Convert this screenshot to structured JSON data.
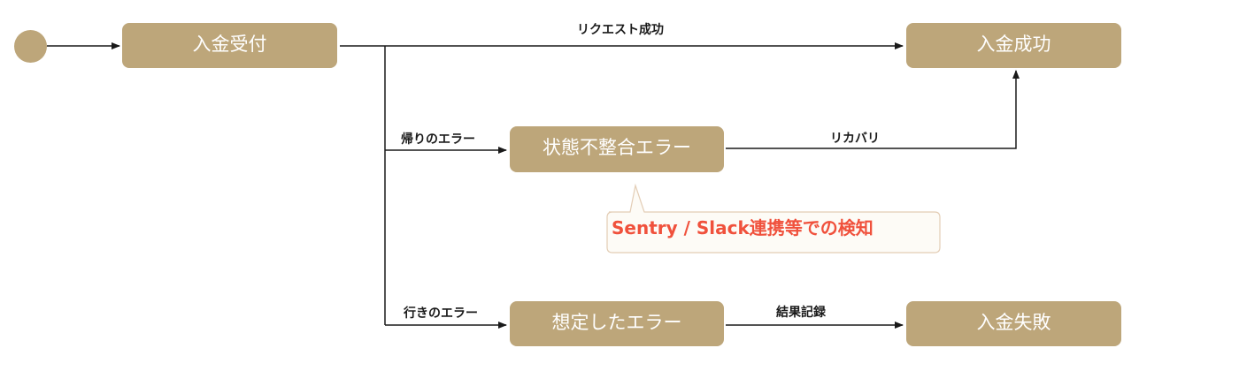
{
  "nodes": {
    "deposit_received": "入金受付",
    "deposit_success": "入金成功",
    "state_mismatch_error": "状態不整合エラー",
    "expected_error": "想定したエラー",
    "deposit_failed": "入金失敗"
  },
  "edges": {
    "request_success": "リクエスト成功",
    "return_error": "帰りのエラー",
    "recovery": "リカバリ",
    "outbound_error": "行きのエラー",
    "result_logging": "結果記録"
  },
  "note": {
    "text": "Sentry / Slack連携等での検知"
  },
  "colors": {
    "node_fill": "#bda67a",
    "node_text": "#ffffff",
    "line": "#1a1a1a",
    "note_text": "#f0513c",
    "note_fill": "#fdfbf6",
    "note_border": "#e3cdb5"
  }
}
